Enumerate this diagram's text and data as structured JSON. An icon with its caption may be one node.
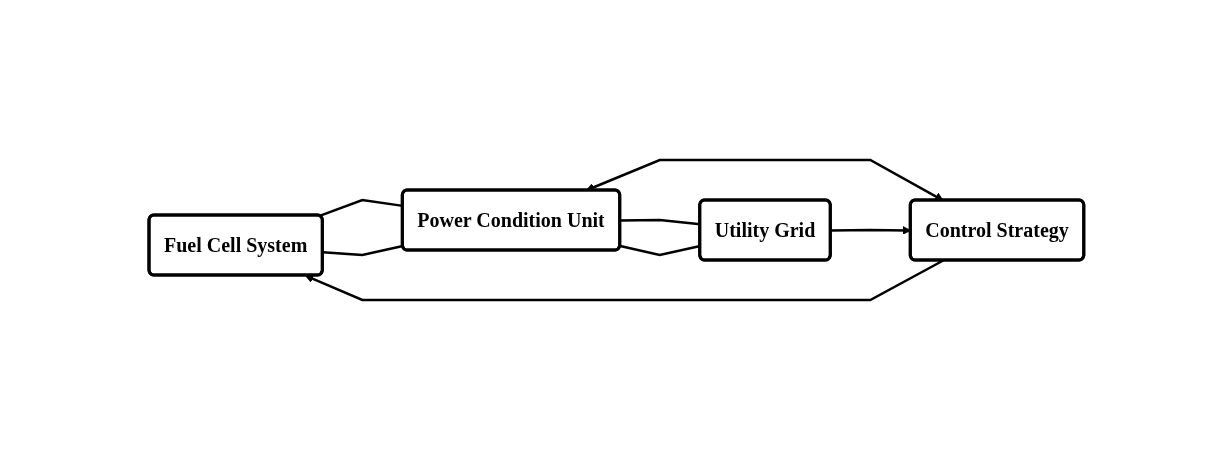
{
  "diagram": {
    "nodes": [
      {
        "text": [
          "Fuel Cell System"
        ]
      },
      {
        "text": [
          "Power Condition Unit"
        ]
      },
      {
        "text": [
          "Utility Grid"
        ]
      },
      {
        "text": [
          "Control Strategy"
        ]
      }
    ],
    "edges": [
      {
        "from": 0,
        "to": 1,
        "arrow": "none"
      },
      {
        "from": 0,
        "to": 1,
        "arrow": "none"
      },
      {
        "from": 1,
        "to": 2,
        "arrow": "none"
      },
      {
        "from": 1,
        "to": 2,
        "arrow": "none"
      },
      {
        "from": 1,
        "to": 3,
        "arrow": "both"
      },
      {
        "from": 3,
        "to": 0,
        "arrow": "to"
      },
      {
        "from": 2,
        "to": 3,
        "arrow": "to"
      }
    ]
  }
}
